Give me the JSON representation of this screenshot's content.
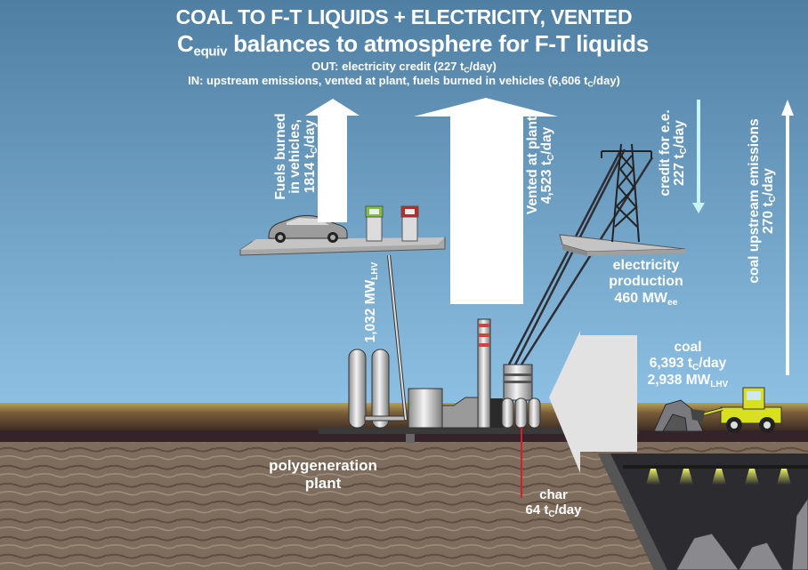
{
  "title": {
    "line1": "COAL TO F-T LIQUIDS + ELECTRICITY, VENTED",
    "line2_main": "C",
    "line2_sub": "equiv",
    "line2_rest": " balances to atmosphere for F-T liquids",
    "out_prefix": "OUT: electricity credit (227 t",
    "out_sub": "C",
    "out_suffix": "/day)",
    "in_prefix": "IN: upstream emissions, vented at plant, fuels burned in vehicles (6,606 t",
    "in_sub": "C",
    "in_suffix": "/day)"
  },
  "flows": {
    "fuels_burned": {
      "line1": "Fuels burned",
      "line2": "in vehicles,",
      "value": "1814 t",
      "unit_sub": "C",
      "unit_suffix": "/day"
    },
    "vented": {
      "line1": "Vented at plant",
      "value": "4,523 t",
      "unit_sub": "C",
      "unit_suffix": "/day"
    },
    "credit": {
      "line1": "credit for e.e.",
      "value": "227 t",
      "unit_sub": "C",
      "unit_suffix": "/day"
    },
    "upstream": {
      "line1": "coal upstream emissions",
      "value": "270 t",
      "unit_sub": "C",
      "unit_suffix": "/day"
    },
    "liquids_power": {
      "value": "1,032 MW",
      "unit_sub": "LHV"
    },
    "electricity": {
      "line1": "electricity",
      "line2": "production",
      "value": "460 MW",
      "unit_sub": "ee"
    },
    "coal": {
      "line1": "coal",
      "value1": "6,393 t",
      "unit1_sub": "C",
      "unit1_suffix": "/day",
      "value2": "2,938 MW",
      "unit2_sub": "LHV"
    },
    "char": {
      "line1": "char",
      "value": "64 t",
      "unit_sub": "C",
      "unit_suffix": "/day"
    }
  },
  "labels": {
    "plant_line1": "polygeneration",
    "plant_line2": "plant"
  },
  "colors": {
    "sky_top": "#4f7fa3",
    "sky_bottom": "#8dbde0",
    "arrow_white": "#ffffff",
    "credit_arrow": "#c8f4f6",
    "coal_arrow": "#e2e2e2",
    "char_line": "#d0202a",
    "loader_yellow": "#d8e020"
  }
}
